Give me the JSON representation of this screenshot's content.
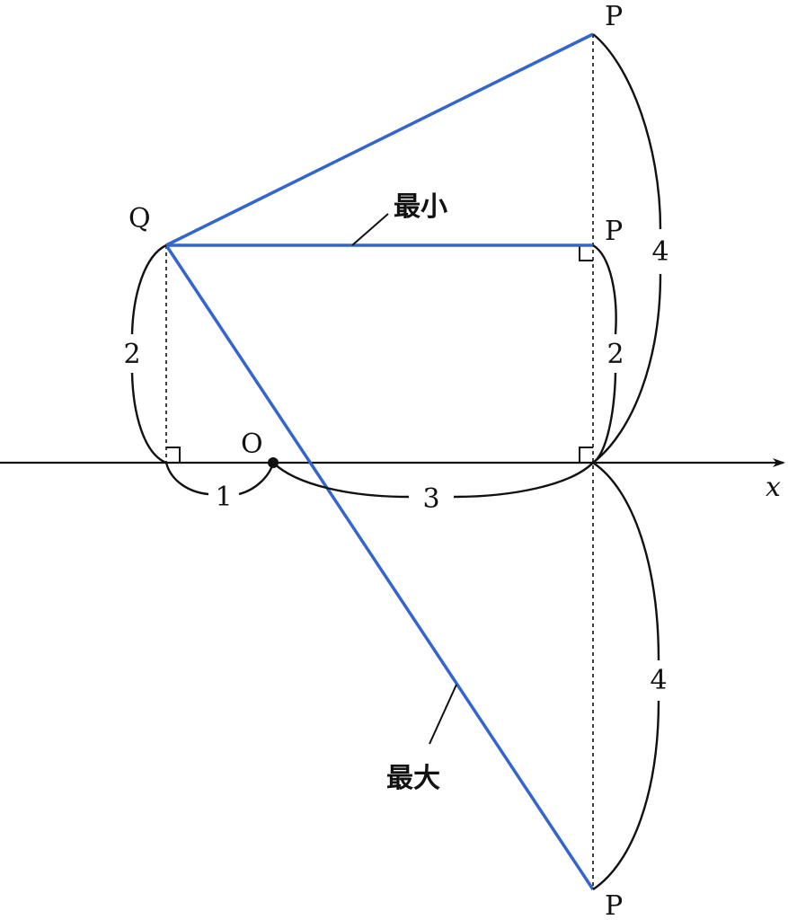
{
  "labels": {
    "origin": "O",
    "q": "Q",
    "p_top": "P",
    "p_mid": "P",
    "p_bottom": "P",
    "axis_x": "x"
  },
  "measures": {
    "q_height": "2",
    "p_mid_height": "2",
    "p_top_height": "4",
    "p_bottom_depth": "4",
    "q_to_origin": "1",
    "origin_to_p": "3"
  },
  "annotations": {
    "minimum": "最小",
    "maximum": "最大"
  },
  "colors": {
    "segment": "#3366cc",
    "ink": "#111111"
  }
}
